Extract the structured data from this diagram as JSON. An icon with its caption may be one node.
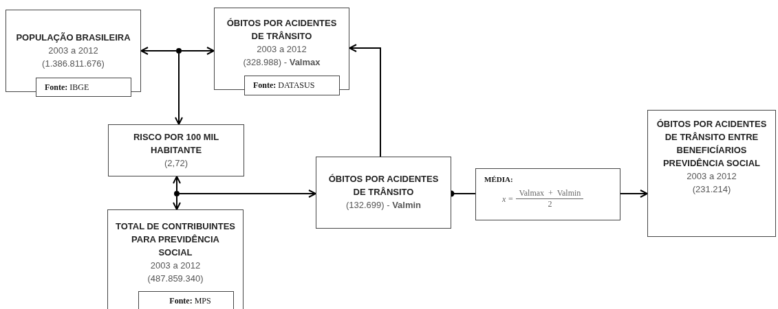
{
  "diagram": {
    "nodes": [
      {
        "text": [
          "POPULAÇÃO BRASILEIRA",
          "2003 a 2012",
          "(1.386.811.676)"
        ]
      },
      {
        "text": [
          "**Fonte:** IBGE"
        ]
      },
      {
        "text": [
          "ÓBITOS POR ACIDENTES DE TRÂNSITO",
          "2003 a 2012",
          "(328.988) - **Valmax**"
        ]
      },
      {
        "text": [
          "**Fonte:** DATASUS"
        ]
      },
      {
        "text": [
          "RISCO POR 100 MIL HABITANTE",
          "(2,72)"
        ]
      },
      {
        "text": [
          "TOTAL DE CONTRIBUINTES PARA PREVIDÊNCIA SOCIAL",
          "2003 a 2012",
          "(487.859.340)"
        ]
      },
      {
        "text": [
          "**Fonte:** MPS"
        ],
        "in": 5
      },
      {
        "text": [
          "ÓBITOS POR ACIDENTES DE TRÂNSITO",
          "(132.699) - **Valmin**"
        ]
      },
      {
        "text": [
          "MÉDIA:",
          "x =",
          "Valmax  +  Valmin",
          "2"
        ]
      },
      {
        "text": [
          "ÓBITOS POR ACIDENTES DE TRÂNSITO ENTRE BENEFICÍARIOS PREVIDÊNCIA SOCIAL",
          "2003 a 2012",
          "(231.214)"
        ]
      },
      {
        "text": [],
        "shape": "circle"
      },
      {
        "text": [],
        "shape": "circle"
      }
    ],
    "edges": [
      {
        "from": 10,
        "to": 0,
        "arrow": "to"
      },
      {
        "from": 10,
        "to": 2,
        "arrow": "to"
      },
      {
        "from": 10,
        "to": 4,
        "arrow": "to"
      },
      {
        "from": 11,
        "to": 4,
        "arrow": "to"
      },
      {
        "from": 11,
        "to": 5,
        "arrow": "to"
      },
      {
        "from": 11,
        "to": 7,
        "arrow": "to"
      },
      {
        "from": 7,
        "to": 2,
        "arrow": "to"
      },
      {
        "from": 7,
        "to": 8,
        "arrow": "other"
      },
      {
        "from": 8,
        "to": 9,
        "arrow": "to"
      }
    ]
  }
}
